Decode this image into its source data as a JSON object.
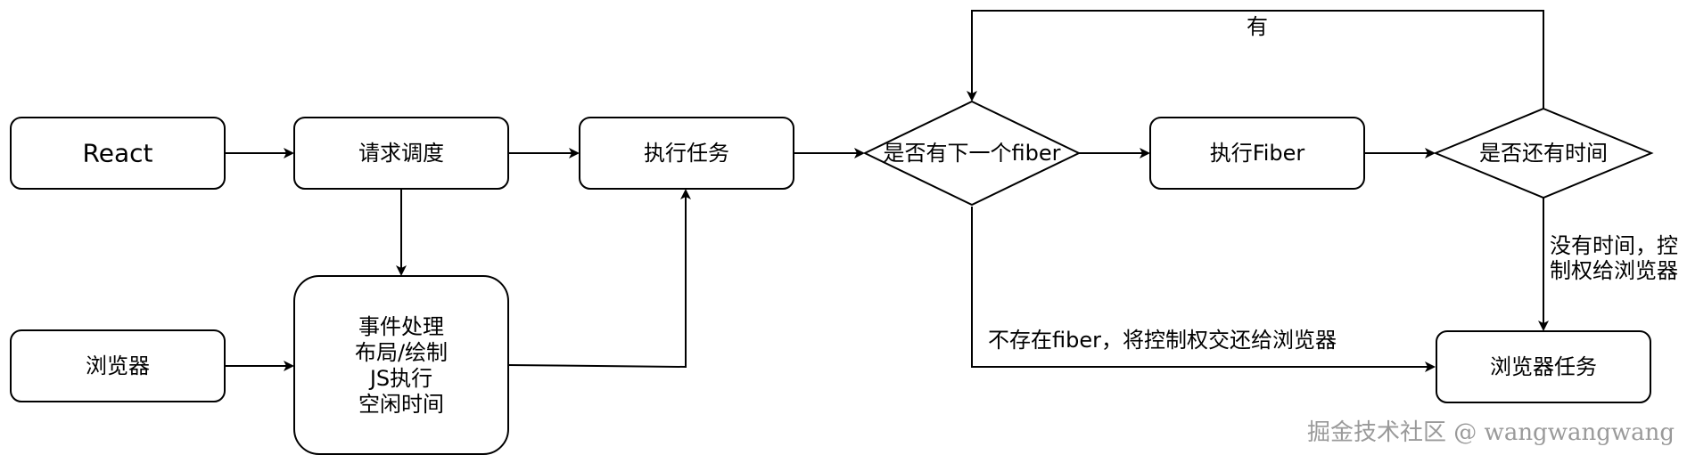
{
  "nodes": {
    "react": "React",
    "request_schedule": "请求调度",
    "execute_task": "执行任务",
    "has_next_fiber": "是否有下一个fiber",
    "execute_fiber": "执行Fiber",
    "has_time_left": "是否还有时间",
    "browser": "浏览器",
    "browser_work": [
      "事件处理",
      "布局/绘制",
      "JS执行",
      "空闲时间"
    ],
    "browser_task": "浏览器任务"
  },
  "edges": {
    "yes_label": "有",
    "no_fiber_label": "不存在fiber，将控制权交还给浏览器",
    "no_time_label": [
      "没有时间，控",
      "制权给浏览器"
    ]
  },
  "watermark": "掘金技术社区 @ wangwangwang",
  "colors": {
    "stroke": "#000000",
    "fill": "#ffffff",
    "watermark": "#9a9a9a"
  }
}
